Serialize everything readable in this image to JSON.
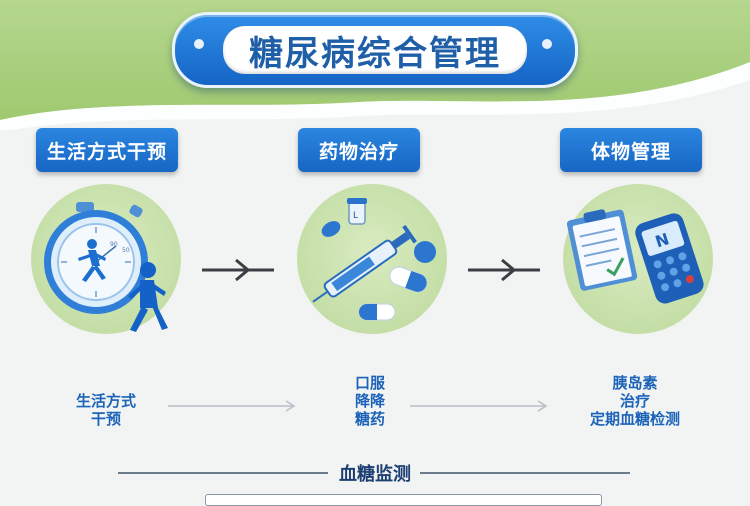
{
  "header": {
    "title": "糖尿病综合管理"
  },
  "steps": [
    {
      "label": "生活方式干预",
      "icon": "stopwatch-runner-icon",
      "desc_lines": [
        "生活方式",
        "干预"
      ]
    },
    {
      "label": "药物治疗",
      "icon": "syringe-pills-icon",
      "desc_lines": [
        "口服",
        "降降",
        "糖药"
      ]
    },
    {
      "label": "体物管理",
      "icon": "clipboard-glucometer-icon",
      "desc_lines": [
        "胰岛素",
        "治疗",
        "定期血糖检测"
      ]
    }
  ],
  "stopwatch_marks": [
    "90",
    "50"
  ],
  "vial_letter": "L",
  "meter_letter": "N",
  "footer": {
    "label": "血糖监测"
  },
  "colors": {
    "primary_blue": "#1766c4",
    "text_blue": "#1d63b9",
    "circle_green": "#c7e0a8",
    "top_green": "#a9cf7f"
  }
}
